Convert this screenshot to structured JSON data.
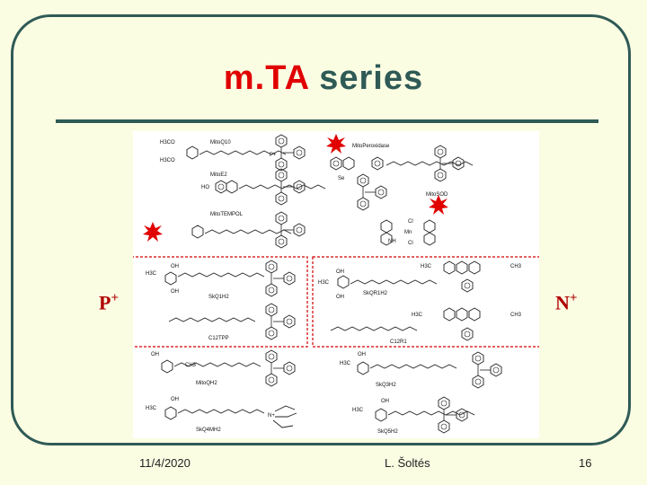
{
  "slide": {
    "title_part1": "m.TA",
    "title_part2": "series",
    "left_label": "P",
    "left_label_sup": "+",
    "right_label": "N",
    "right_label_sup": "+",
    "footer": {
      "date": "11/4/2020",
      "author": "L. Šoltés",
      "page": "16"
    },
    "colors": {
      "background": "#fbfde3",
      "frame": "#2f5a56",
      "title_accent": "#e00000",
      "box_border": "#d00000",
      "starburst": "#e00000"
    }
  },
  "figure": {
    "compounds": {
      "mitoq": "MitoQ10",
      "mitoe": "MitoE2",
      "mitotempol": "MitoTEMPOL",
      "mitoperoxidase": "MitoPeroxidase",
      "mitosod": "MitoSOD",
      "skq1h": "SkQ1H2",
      "skqr1h": "SkQR1H2",
      "c12tpp": "C12TPP",
      "c12r1": "C12R1",
      "mitoqh": "MitoQH2",
      "skq3h": "SkQ3H2",
      "skq4mh": "SkQ4MH2",
      "skq5h": "SkQ5H2"
    },
    "atoms": {
      "h3co": "H3CO",
      "oh": "OH",
      "ch3": "CH3",
      "h3c": "H3C",
      "p_plus": "P+",
      "n_plus": "N+",
      "se": "Se",
      "mn": "Mn",
      "cl": "Cl",
      "nh": "NH",
      "ho": "HO"
    }
  }
}
